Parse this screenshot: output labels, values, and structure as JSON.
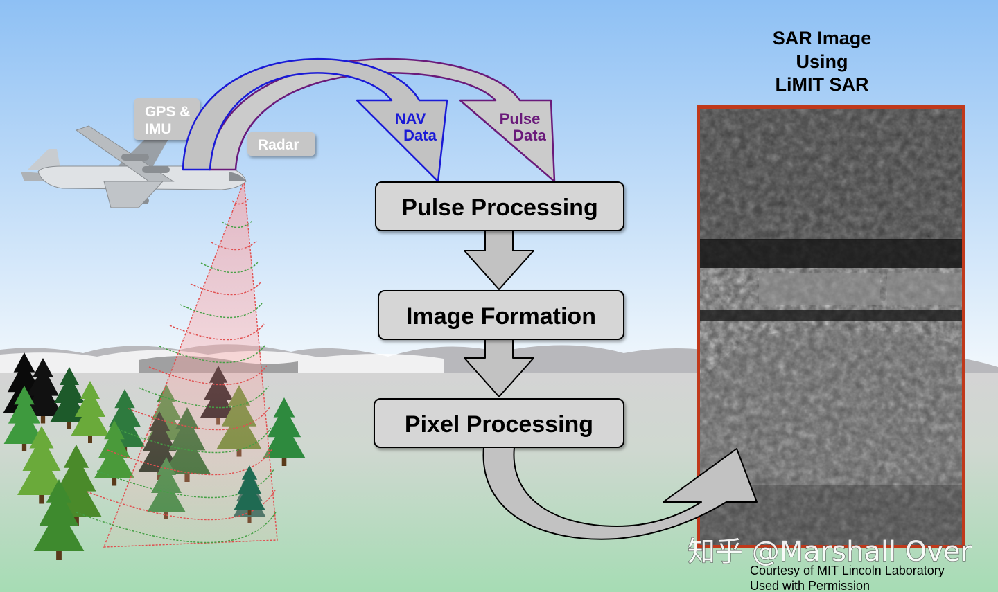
{
  "colors": {
    "sky_top": "#8ec0f4",
    "sky_bottom": "#f2f8fc",
    "ground_top": "#d2d2d2",
    "ground_bottom": "#a6dcb4",
    "box_fill": "#d6d6d6",
    "arrow_fill": "#c2c2c2",
    "nav_blue": "#1a1ad6",
    "pulse_purple": "#6a1a7a",
    "beam_red": "#e05050",
    "beam_green": "#45a045",
    "frame_red": "#c0391b"
  },
  "sensors": {
    "gps_imu_line1": "GPS &",
    "gps_imu_line2": "IMU",
    "radar": "Radar"
  },
  "data_arrows": {
    "nav_line1": "NAV",
    "nav_line2": "Data",
    "pulse_line1": "Pulse",
    "pulse_line2": "Data"
  },
  "pipeline": [
    {
      "label": "Pulse Processing"
    },
    {
      "label": "Image Formation"
    },
    {
      "label": "Pixel Processing"
    }
  ],
  "sar_title": [
    "SAR Image",
    "Using",
    "LiMIT SAR"
  ],
  "credit": [
    "Courtesy of MIT Lincoln Laboratory",
    "Used with Permission"
  ],
  "watermark": "知乎 @Marshall Over",
  "icons": [
    "airplane-icon",
    "tree-icon",
    "radar-beam-icon",
    "sar-image"
  ]
}
